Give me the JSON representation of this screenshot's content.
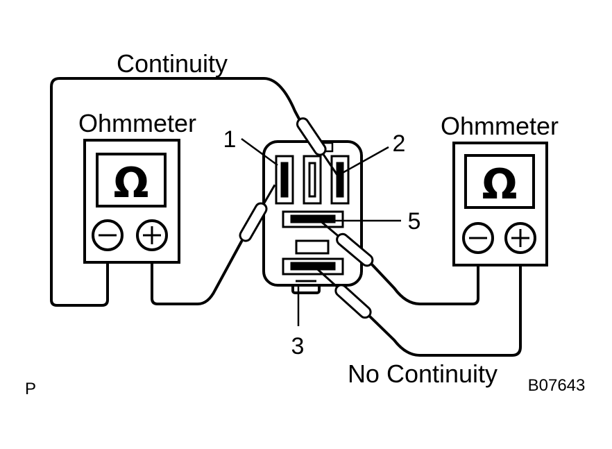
{
  "labels": {
    "continuity": "Continuity",
    "no_continuity": "No Continuity",
    "left_meter": "Ohmmeter",
    "right_meter": "Ohmmeter",
    "omega": "Ω",
    "minus": "−",
    "plus": "+",
    "pin1": "1",
    "pin2": "2",
    "pin3": "3",
    "pin5": "5",
    "page_code": "P",
    "figure_code": "B07643"
  }
}
